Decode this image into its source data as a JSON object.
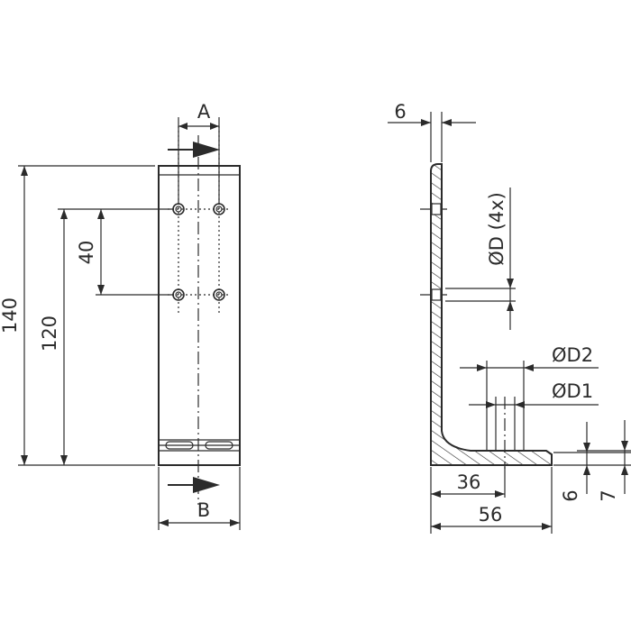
{
  "labels": {
    "front_a": "A",
    "front_b": "B",
    "dim_140": "140",
    "dim_120": "120",
    "dim_40": "40",
    "side_6": "6",
    "side_dia_d": "ØD (4x)",
    "side_dia_d2": "ØD2",
    "side_dia_d1": "ØD1",
    "side_36": "36",
    "side_56": "56",
    "side_6b": "6",
    "side_7": "7"
  },
  "colors": {
    "line": "#2b2b2b",
    "background": "#ffffff"
  }
}
